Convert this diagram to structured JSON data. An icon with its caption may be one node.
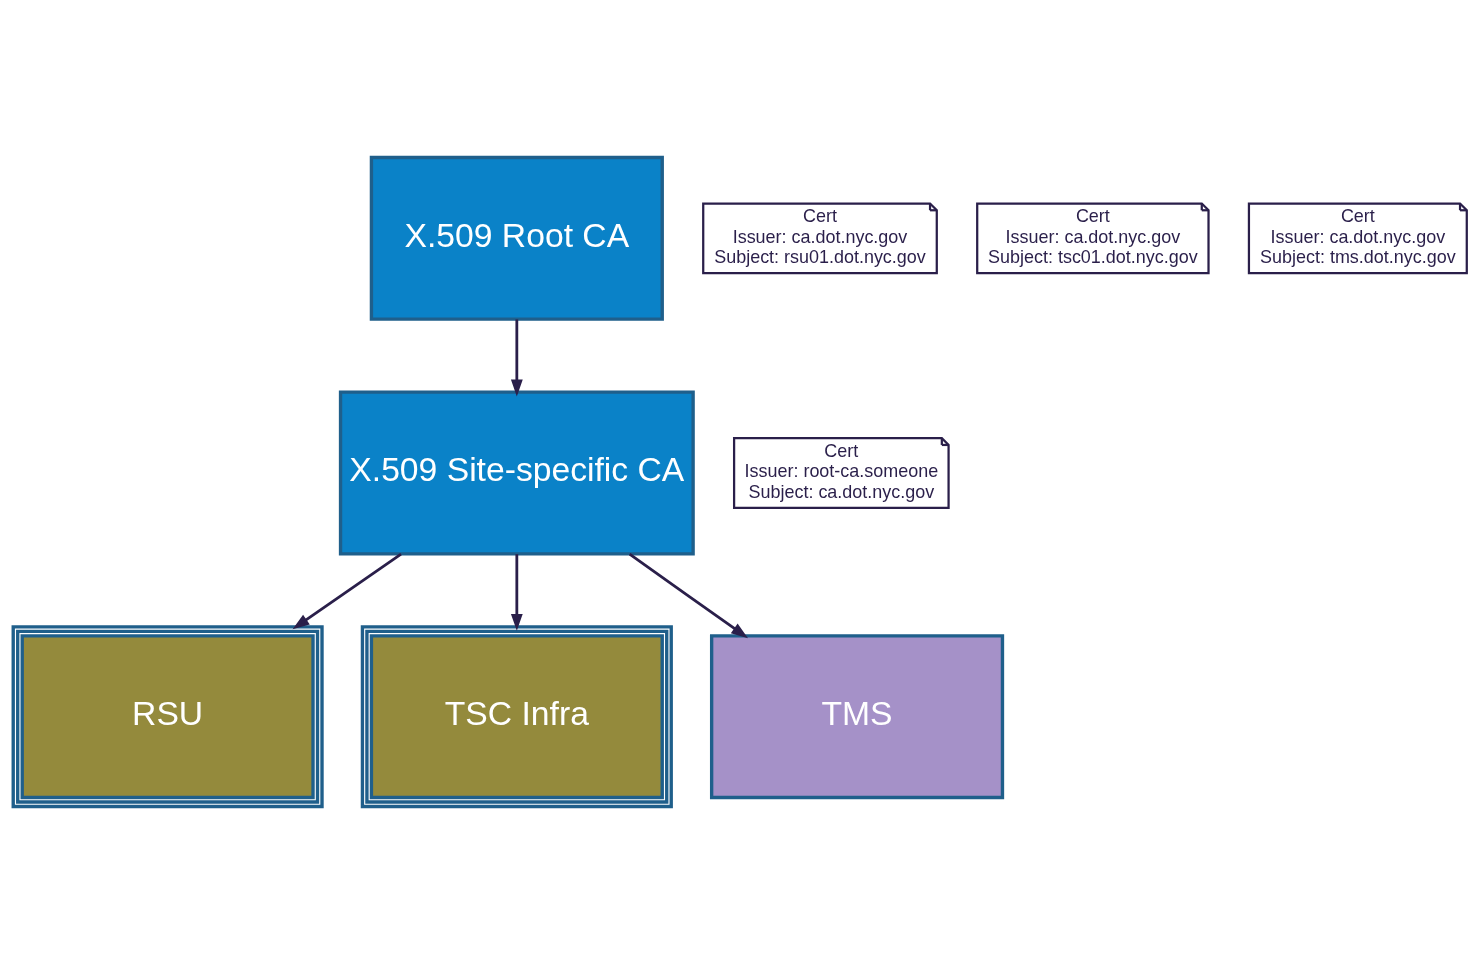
{
  "diagram": {
    "nodes": [
      {
        "text": [
          "X.509 Root CA"
        ]
      },
      {
        "text": [
          "X.509 Site-specific CA"
        ]
      },
      {
        "text": [
          "Cert",
          "Issuer: root-ca.someone",
          "Subject: ca.dot.nyc.gov"
        ]
      },
      {
        "text": [
          "Cert",
          "Issuer: ca.dot.nyc.gov",
          "Subject: rsu01.dot.nyc.gov"
        ]
      },
      {
        "text": [
          "Cert",
          "Issuer: ca.dot.nyc.gov",
          "Subject: tsc01.dot.nyc.gov"
        ]
      },
      {
        "text": [
          "Cert",
          "Issuer: ca.dot.nyc.gov",
          "Subject: tms.dot.nyc.gov"
        ]
      },
      {
        "text": [
          "RSU"
        ]
      },
      {
        "text": [
          "TSC Infra"
        ]
      },
      {
        "text": [
          "TMS"
        ]
      }
    ],
    "edges": [
      {
        "from": 0,
        "to": 1,
        "arrow": "to"
      },
      {
        "from": 1,
        "to": 6,
        "arrow": "to"
      },
      {
        "from": 1,
        "to": 7,
        "arrow": "to"
      },
      {
        "from": 1,
        "to": 8,
        "arrow": "to"
      }
    ]
  }
}
